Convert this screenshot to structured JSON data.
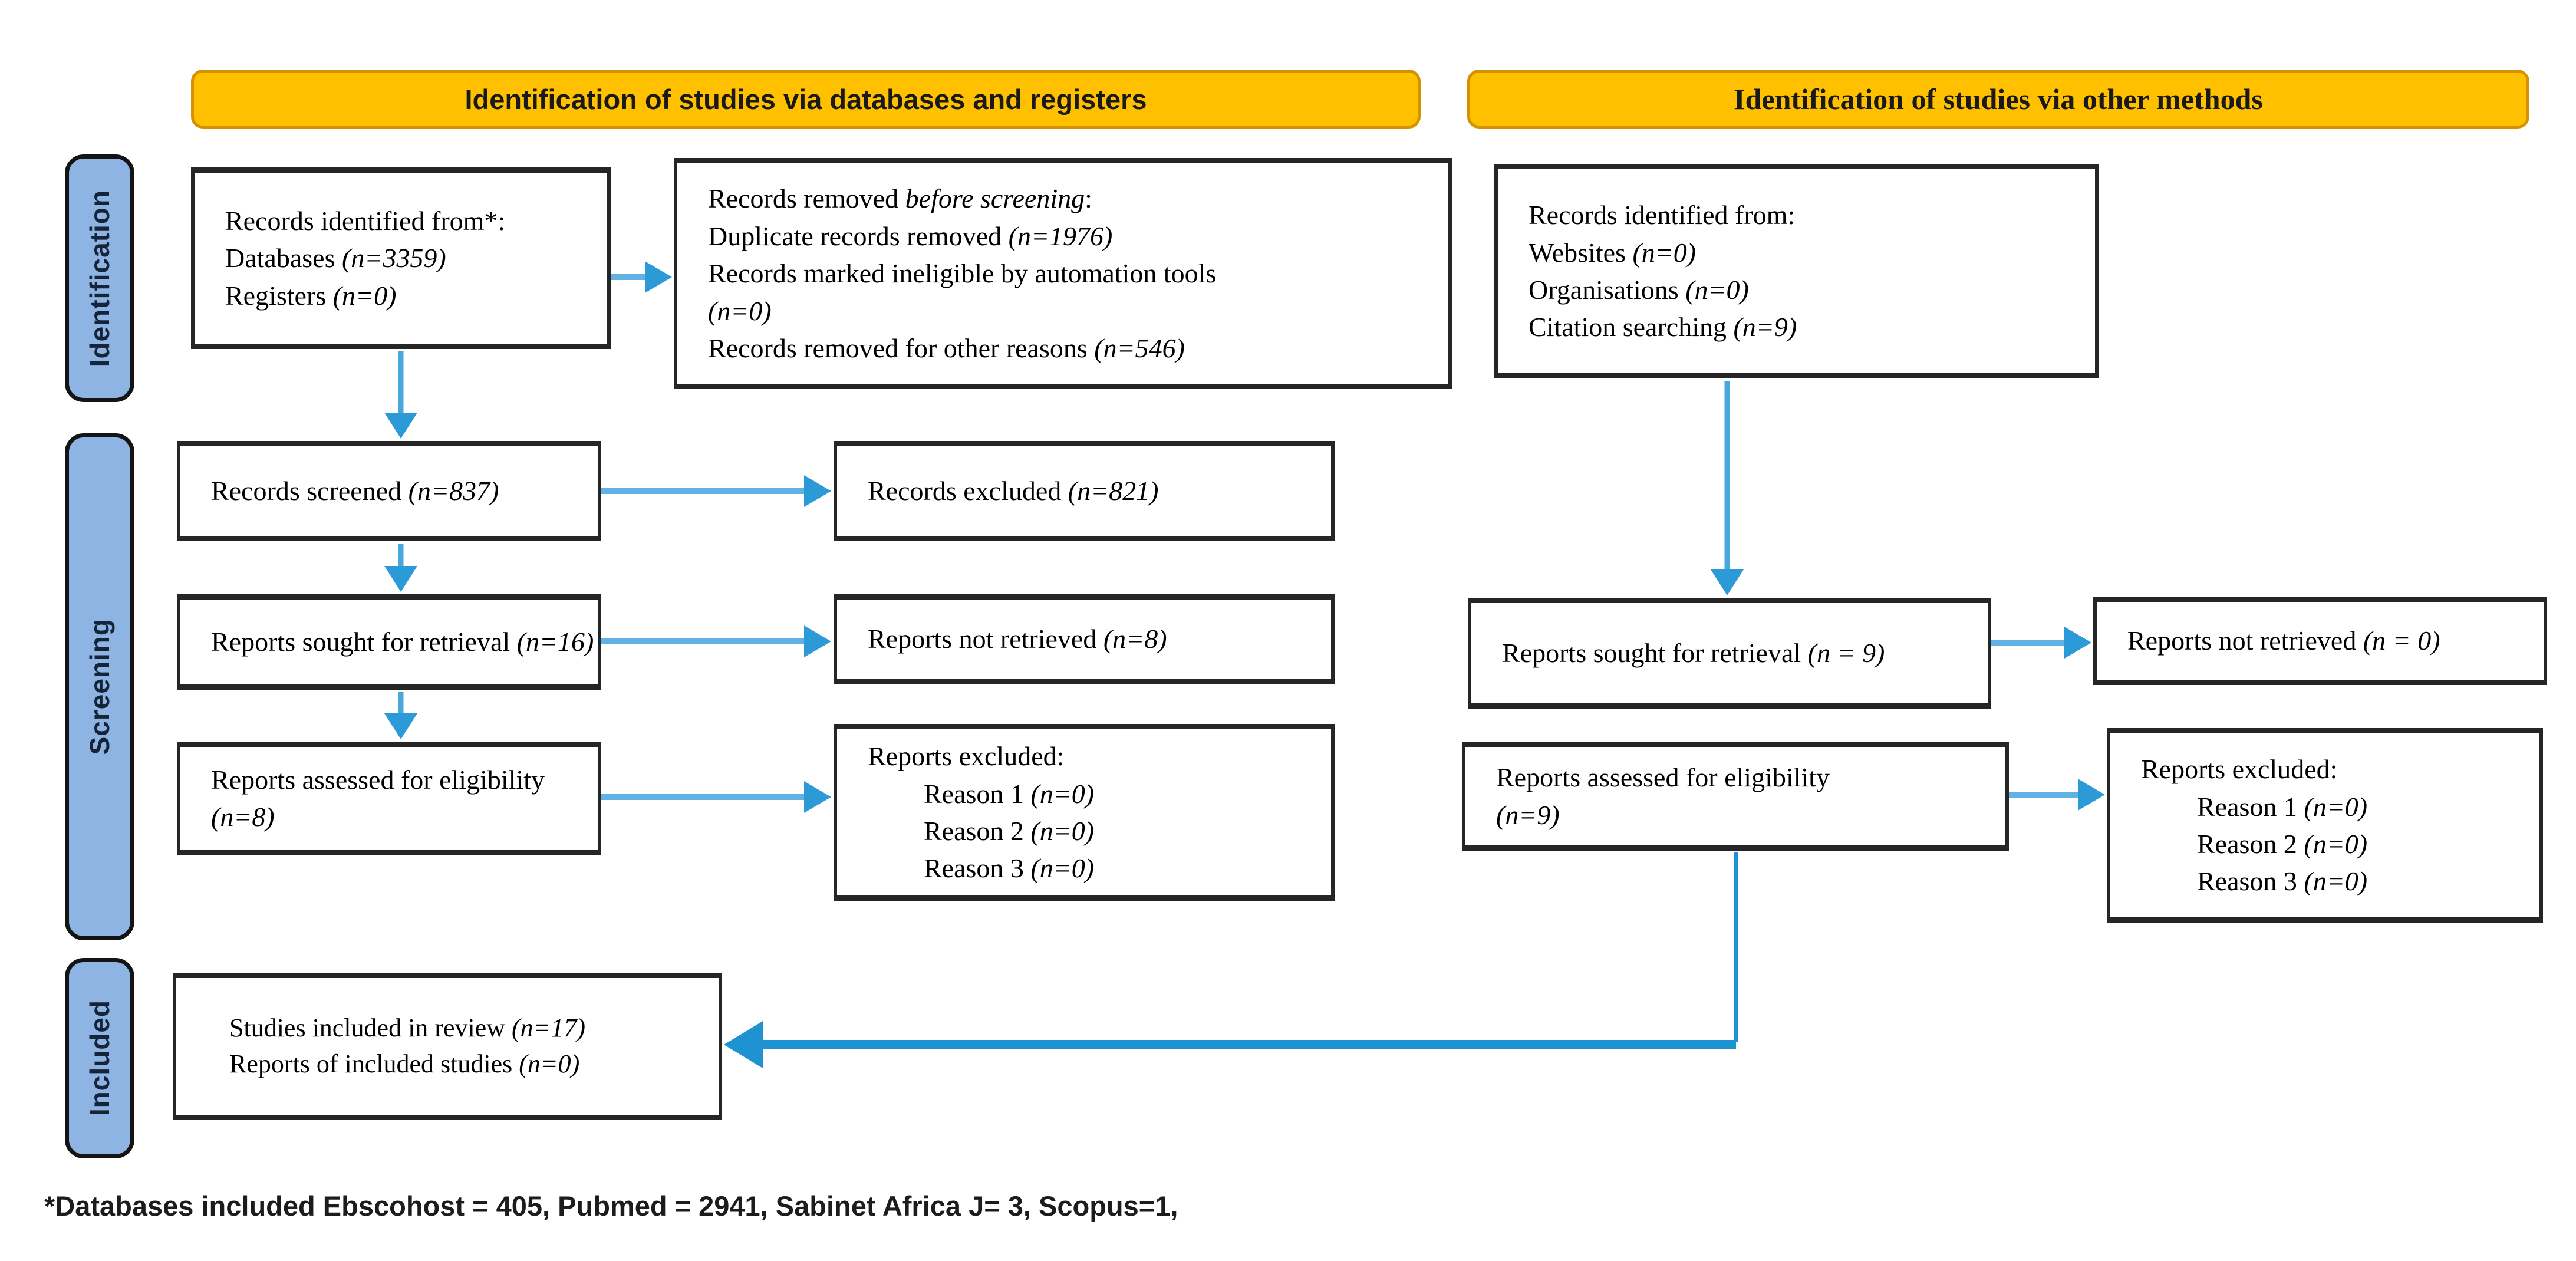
{
  "banners": {
    "databases_registers": "Identification of studies via databases and registers",
    "other_methods": "Identification of studies via other methods"
  },
  "stages": {
    "identification": "Identification",
    "screening": "Screening",
    "included": "Included"
  },
  "databases_branch": {
    "records_identified": {
      "title": "Records identified from*:",
      "databases_label": "Databases ",
      "databases_n": "(n=3359)",
      "registers_label": "Registers ",
      "registers_n": "(n=0)"
    },
    "records_removed": {
      "title_pre": "Records removed ",
      "title_italic": "before screening",
      "title_post": ":",
      "duplicates_label": "Duplicate records removed ",
      "duplicates_n": "(n=1976)",
      "automation_label": "Records marked ineligible by automation tools",
      "automation_n": "(n=0)",
      "other_label": "Records removed for other reasons ",
      "other_n": "(n=546)"
    },
    "records_screened": {
      "label": "Records screened ",
      "n": "(n=837)"
    },
    "records_excluded": {
      "label": "Records excluded ",
      "n": "(n=821)"
    },
    "reports_sought": {
      "label": "Reports sought for retrieval ",
      "n": "(n=16)"
    },
    "reports_not_retrieved": {
      "label": "Reports not retrieved ",
      "n": "(n=8)"
    },
    "reports_assessed": {
      "label": "Reports assessed for eligibility",
      "n": "(n=8)"
    },
    "reports_excluded": {
      "title": "Reports excluded:",
      "reasons": [
        {
          "label": "Reason 1 ",
          "n": "(n=0)"
        },
        {
          "label": "Reason 2 ",
          "n": "(n=0)"
        },
        {
          "label": "Reason 3 ",
          "n": "(n=0)"
        }
      ]
    }
  },
  "other_methods_branch": {
    "records_identified": {
      "title": "Records identified from:",
      "websites_label": "Websites ",
      "websites_n": "(n=0)",
      "organisations_label": "Organisations ",
      "organisations_n": "(n=0)",
      "citation_label": "Citation searching ",
      "citation_n": "(n=9)"
    },
    "reports_sought": {
      "label": "Reports sought for retrieval ",
      "n": "(n = 9)"
    },
    "reports_not_retrieved": {
      "label": "Reports not retrieved ",
      "n": "(n = 0)"
    },
    "reports_assessed": {
      "label": "Reports assessed for eligibility",
      "n": "(n=9)"
    },
    "reports_excluded": {
      "title": "Reports excluded:",
      "reasons": [
        {
          "label": "Reason 1 ",
          "n": "(n=0)"
        },
        {
          "label": "Reason 2 ",
          "n": "(n=0)"
        },
        {
          "label": "Reason 3 ",
          "n": "(n=0)"
        }
      ]
    }
  },
  "included_branch": {
    "studies_label": "Studies included in review ",
    "studies_n": "(n=17)",
    "reports_label": "Reports of included studies ",
    "reports_n": "(n=0)"
  },
  "footnote": "*Databases included Ebscohost = 405, Pubmed = 2941, Sabinet Africa J= 3, Scopus=1,",
  "colors": {
    "banner_fill": "#FFC000",
    "banner_border": "#D39300",
    "stage_fill": "#8DB4E2",
    "arrow_blue": "#2D9AD8",
    "elbow_blue": "#1F93D2",
    "box_border": "#262626"
  }
}
